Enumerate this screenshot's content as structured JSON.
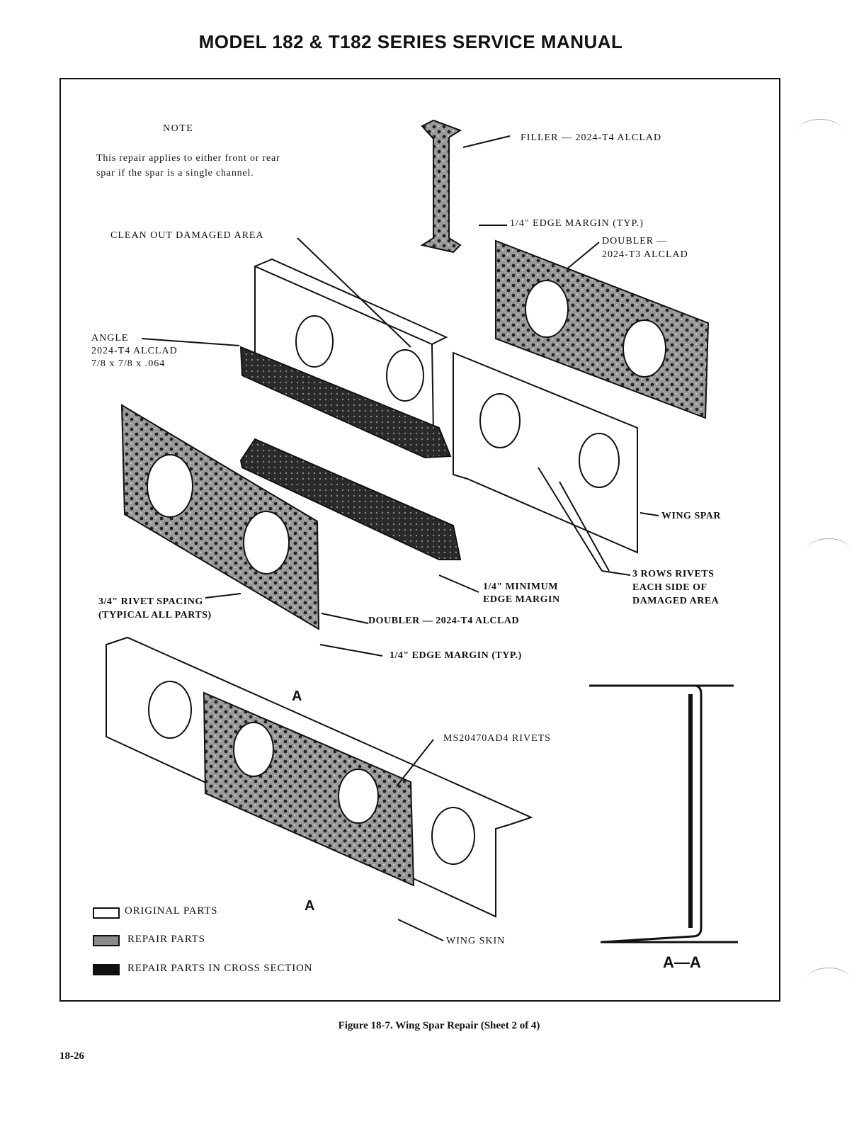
{
  "header": "MODEL 182 & T182 SERIES SERVICE MANUAL",
  "note": {
    "title": "NOTE",
    "body": "This repair applies to either front or rear spar if the spar is a single channel."
  },
  "labels": {
    "filler": "FILLER — 2024-T4 ALCLAD",
    "edge_margin_top": "1/4\" EDGE MARGIN (TYP.)",
    "doubler_t3_line1": "DOUBLER —",
    "doubler_t3_line2": "2024-T3 ALCLAD",
    "clean_out": "CLEAN OUT DAMAGED AREA",
    "angle_line1": "ANGLE",
    "angle_line2": "2024-T4 ALCLAD",
    "angle_line3": "7/8 x 7/8 x .064",
    "wing_spar": "WING SPAR",
    "rivets_line1": "3 ROWS RIVETS",
    "rivets_line2": "EACH SIDE OF",
    "rivets_line3": "DAMAGED AREA",
    "min_edge_line1": "1/4\" MINIMUM",
    "min_edge_line2": "EDGE MARGIN",
    "spacing_line1": "3/4\" RIVET SPACING",
    "spacing_line2": "(TYPICAL ALL PARTS)",
    "doubler_t4": "DOUBLER — 2024-T4 ALCLAD",
    "edge_margin_bottom": "1/4\" EDGE MARGIN (TYP.)",
    "ms_rivets": "MS20470AD4 RIVETS",
    "wing_skin": "WING SKIN",
    "section_mark": "A",
    "section_title": "A—A"
  },
  "legend": [
    {
      "label": "ORIGINAL PARTS",
      "fill": "#ffffff"
    },
    {
      "label": "REPAIR PARTS",
      "fill": "#8a8a8a"
    },
    {
      "label": "REPAIR PARTS IN CROSS SECTION",
      "fill": "#111111"
    }
  ],
  "caption": "Figure 18-7. Wing Spar Repair (Sheet 2 of 4)",
  "page_number": "18-26"
}
